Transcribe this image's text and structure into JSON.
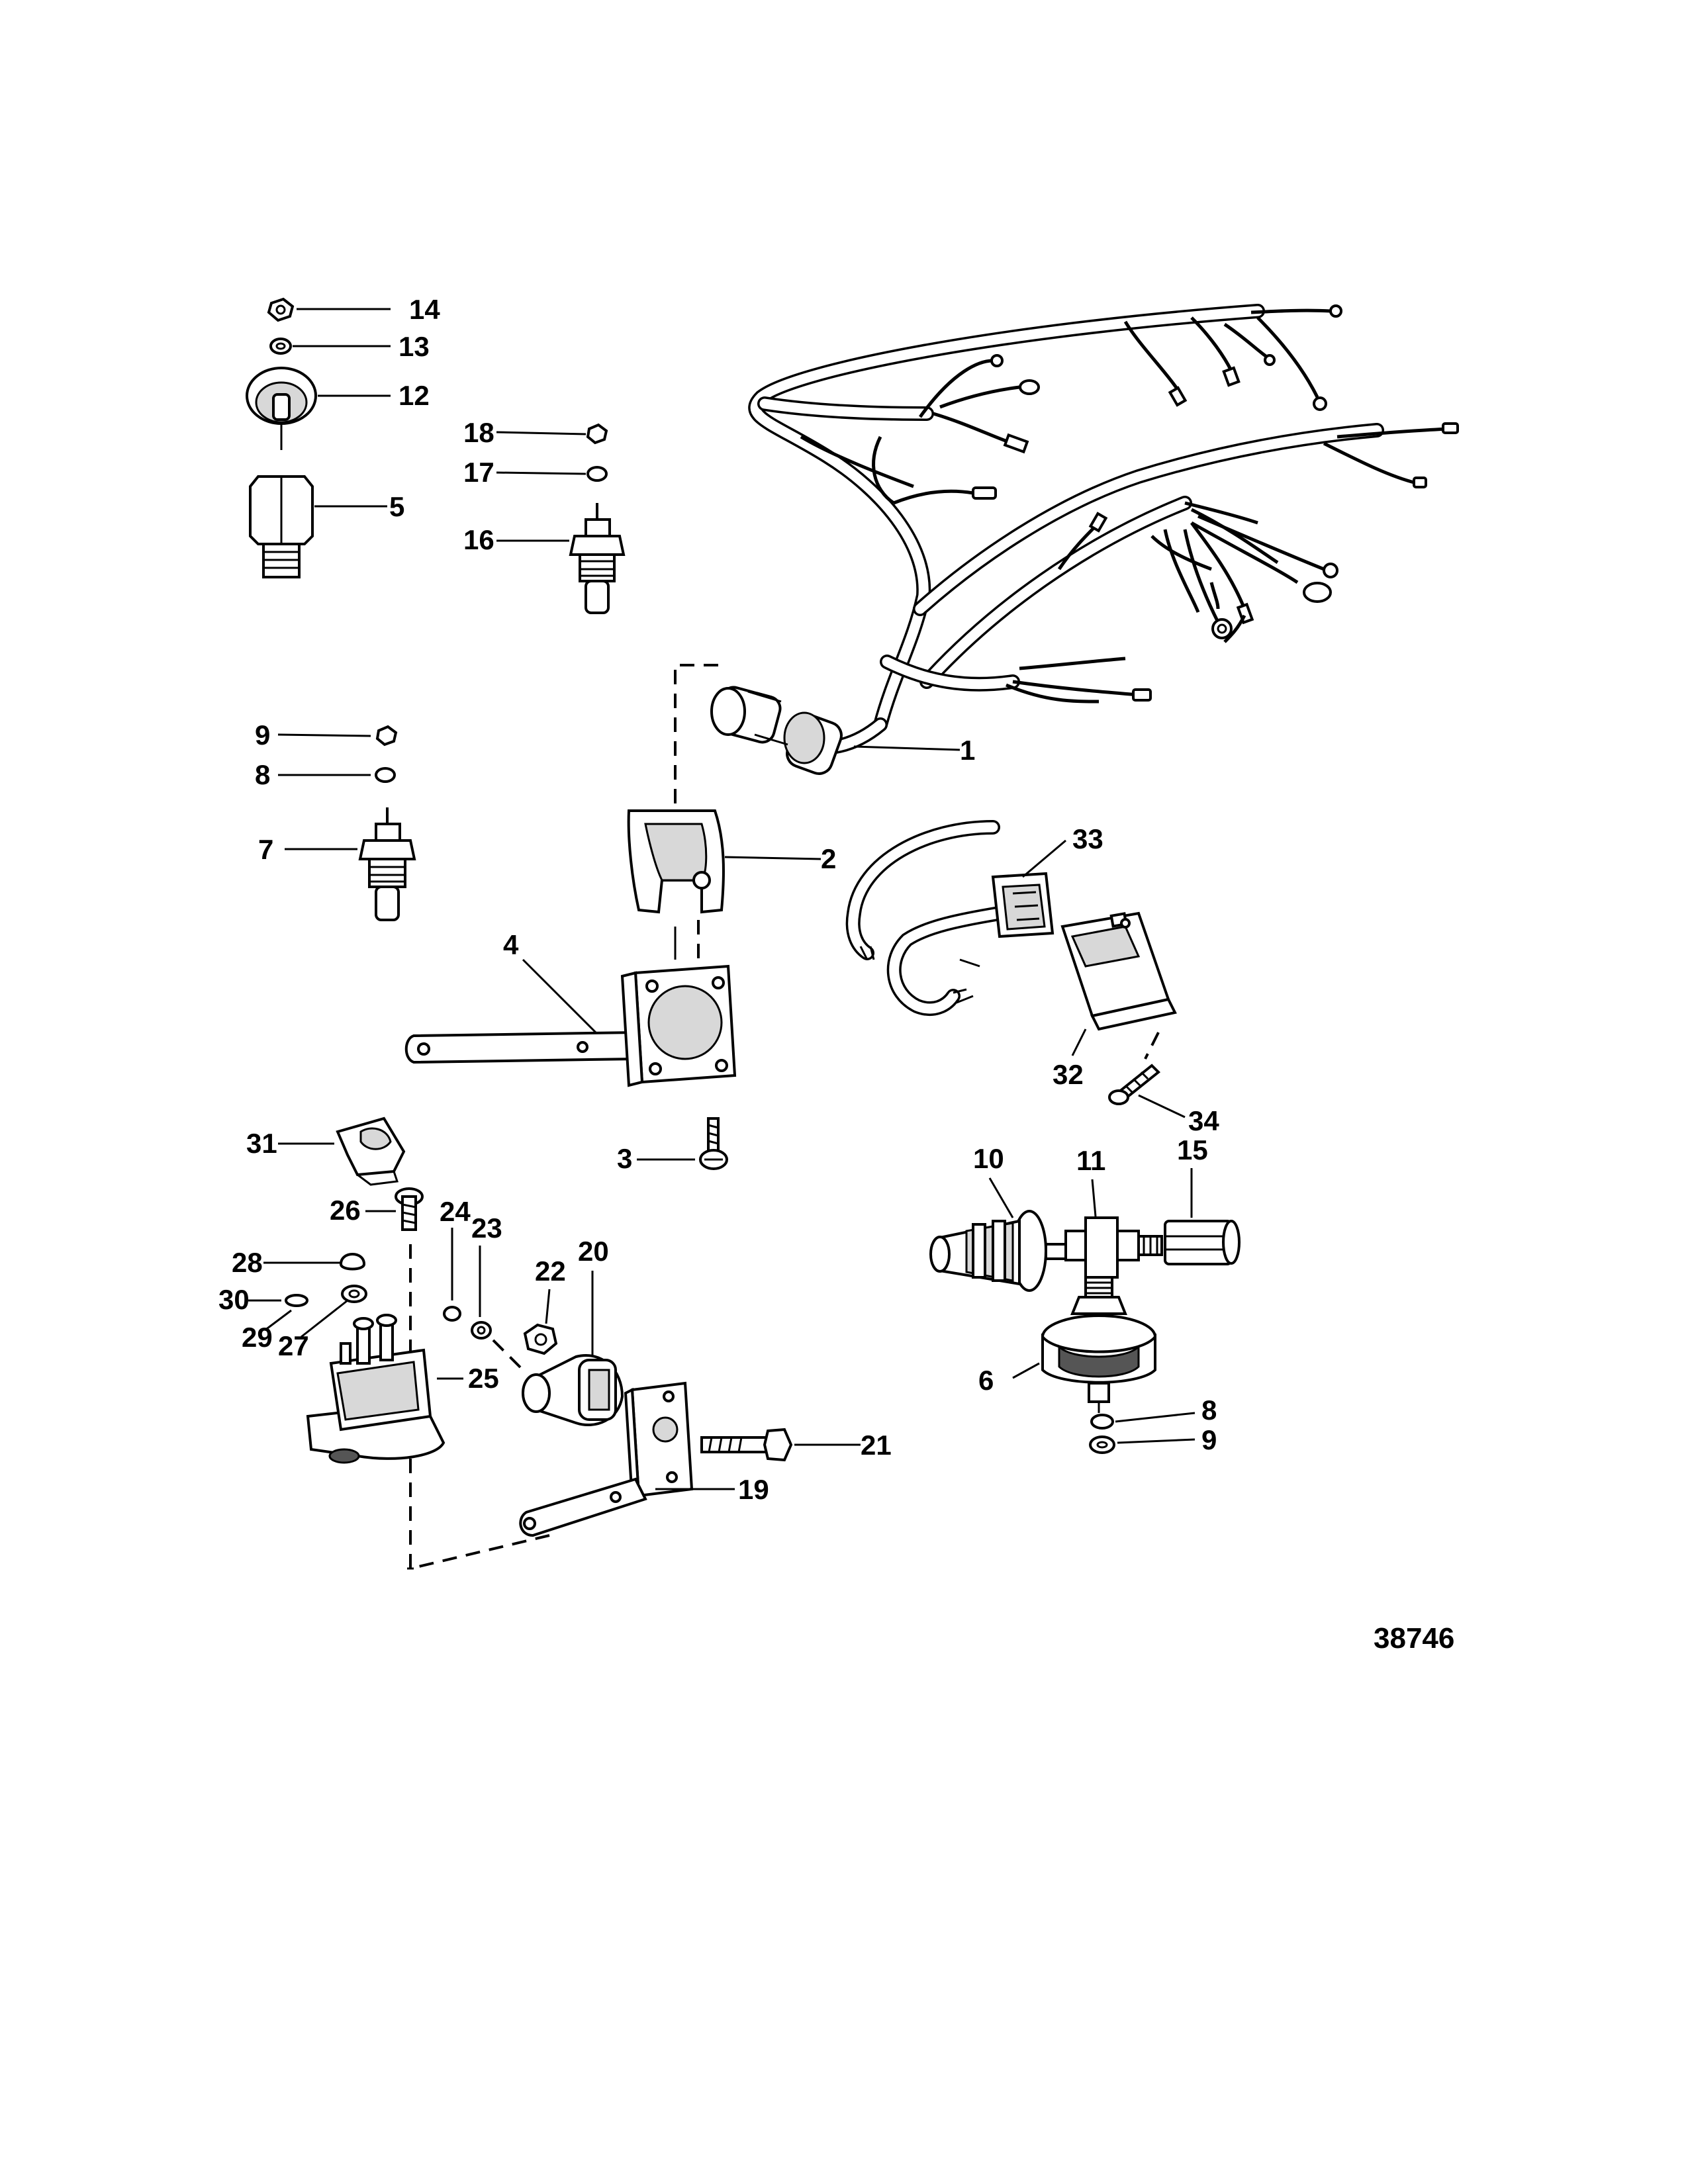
{
  "figure_number": "38746",
  "callouts": {
    "c1": "1",
    "c2": "2",
    "c3": "3",
    "c4": "4",
    "c5": "5",
    "c6": "6",
    "c7": "7",
    "c8a": "8",
    "c8b": "8",
    "c9a": "9",
    "c9b": "9",
    "c10": "10",
    "c11": "11",
    "c12": "12",
    "c13": "13",
    "c14": "14",
    "c15": "15",
    "c16": "16",
    "c17": "17",
    "c18": "18",
    "c19": "19",
    "c20": "20",
    "c21": "21",
    "c22": "22",
    "c23": "23",
    "c24": "24",
    "c25": "25",
    "c26": "26",
    "c27": "27",
    "c28": "28",
    "c29": "29",
    "c30": "30",
    "c31": "31",
    "c32": "32",
    "c33": "33",
    "c34": "34"
  }
}
